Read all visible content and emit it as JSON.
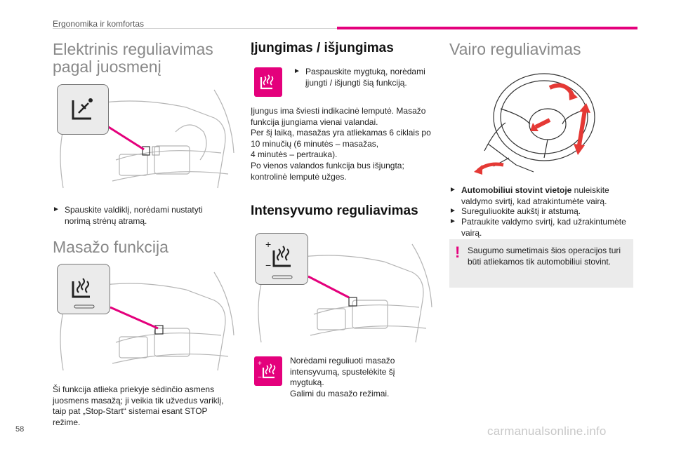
{
  "header": {
    "section": "Ergonomika ir komfortas",
    "accent_color": "#e4007c"
  },
  "col1": {
    "title": "Elektrinis reguliavimas pagal juosmenį",
    "bullet": "Spauskite valdiklį, norėdami nustatyti norimą strėnų atramą.",
    "massage_title": "Masažo funkcija",
    "massage_text": "Ši funkcija atlieka priekyje sėdinčio asmens juosmens masažą; ji veikia tik užvedus variklį, taip pat „Stop-Start“ sistemai esant STOP režime."
  },
  "col2": {
    "title": "Įjungimas / išjungimas",
    "bullet": "Paspauskite mygtuką, norėdami įjungti / išjungti šią funkciją.",
    "info": [
      "Įjungus ima šviesti indikacinė lemputė. Masažo funkcija įjungiama vienai valandai.",
      "Per šį laiką, masažas yra atliekamas 6 ciklais po 10 minučių (6 minutės – masažas,",
      "4 minutės – pertrauka).",
      "Po vienos valandos funkcija bus išjungta; kontrolinė lemputė užges."
    ],
    "intensity_title": "Intensyvumo reguliavimas",
    "intensity_text": [
      "Norėdami reguliuoti masažo intensyvumą, spustelėkite šį mygtuką.",
      "Galimi du masažo režimai."
    ]
  },
  "col3": {
    "title": "Vairo reguliavimas",
    "bullets": [
      {
        "bold": "Automobiliui stovint vietoje",
        "text": " nuleiskite valdymo svirtį, kad atrakintumėte vairą."
      },
      {
        "bold": "",
        "text": "Sureguliuokite aukštį ir atstumą."
      },
      {
        "bold": "",
        "text": "Patraukite valdymo svirtį, kad užrakintumėte vairą."
      }
    ],
    "warning": "Saugumo sumetimais šios operacijos turi būti atliekamos tik automobiliui stovint."
  },
  "footer": {
    "page_number": "58",
    "watermark": "carmanualsonline.info"
  },
  "icons": {
    "bullet": "triangle-bullet-icon",
    "warning": "exclamation-warning-icon",
    "massage": "seat-massage-icon",
    "lumbar": "lumbar-seat-icon"
  }
}
